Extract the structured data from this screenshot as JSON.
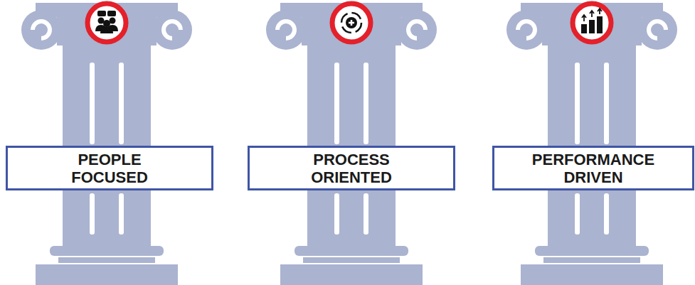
{
  "diagram": {
    "nodes": [
      {
        "text": [
          "PEOPLE FOCUSED"
        ]
      },
      {
        "text": [
          "PROCESS ORIENTED"
        ]
      },
      {
        "text": [
          "PERFORMANCE DRIVEN"
        ]
      }
    ]
  }
}
